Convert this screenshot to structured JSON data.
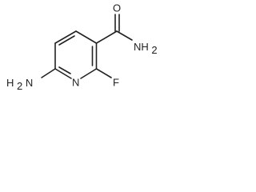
{
  "labels": {
    "carbonyl_oxygen": "O",
    "amide_n": "NH",
    "amide_n_subscript": "2",
    "amino_h": "H",
    "amino_h_subscript": "2",
    "amino_n": "N",
    "ring_nitrogen": "N",
    "fluorine": "F"
  }
}
